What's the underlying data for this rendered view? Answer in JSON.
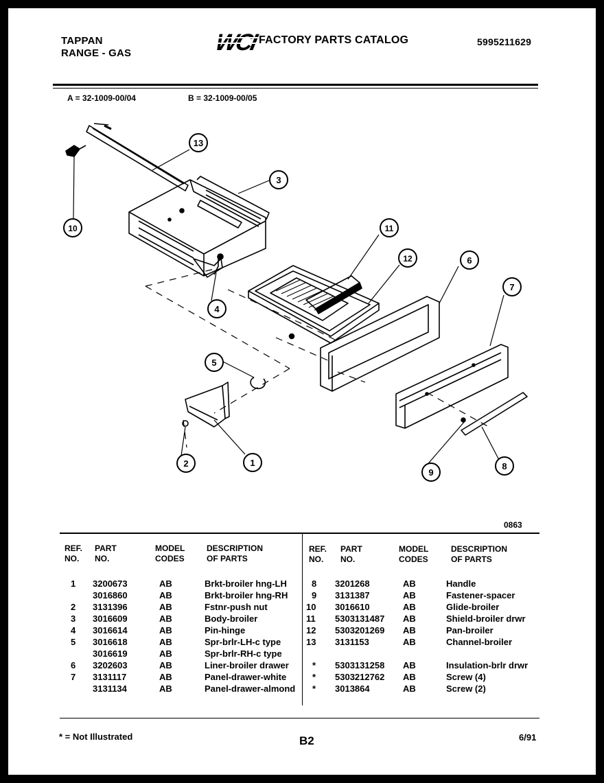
{
  "header": {
    "brand": "TAPPAN",
    "category": "RANGE - GAS",
    "logo_text": "WCI",
    "catalog_title": "FACTORY PARTS CATALOG",
    "catalog_number": "5995211629"
  },
  "models": {
    "a": "A = 32-1009-00/04",
    "b": "B = 32-1009-00/05"
  },
  "diagram": {
    "callouts": [
      "13",
      "3",
      "10",
      "11",
      "12",
      "6",
      "7",
      "4",
      "5",
      "1",
      "2",
      "9",
      "8"
    ],
    "figure_code": "0863"
  },
  "table": {
    "headers": {
      "ref_1": "REF.",
      "ref_2": "NO.",
      "part_1": "PART",
      "part_2": "NO.",
      "model_1": "MODEL",
      "model_2": "CODES",
      "desc_1": "DESCRIPTION",
      "desc_2": "OF PARTS"
    },
    "left_rows": [
      {
        "ref": "1",
        "part": "3200673",
        "code": "AB",
        "desc": "Brkt-broiler hng-LH"
      },
      {
        "ref": "",
        "part": "3016860",
        "code": "AB",
        "desc": "Brkt-broiler hng-RH"
      },
      {
        "ref": "2",
        "part": "3131396",
        "code": "AB",
        "desc": "Fstnr-push nut"
      },
      {
        "ref": "3",
        "part": "3016609",
        "code": "AB",
        "desc": "Body-broiler"
      },
      {
        "ref": "4",
        "part": "3016614",
        "code": "AB",
        "desc": "Pin-hinge"
      },
      {
        "ref": "5",
        "part": "3016618",
        "code": "AB",
        "desc": "Spr-brlr-LH-c type"
      },
      {
        "ref": "",
        "part": "3016619",
        "code": "AB",
        "desc": "Spr-brlr-RH-c type"
      },
      {
        "ref": "6",
        "part": "3202603",
        "code": "AB",
        "desc": "Liner-broiler drawer"
      },
      {
        "ref": "7",
        "part": "3131117",
        "code": "AB",
        "desc": "Panel-drawer-white"
      },
      {
        "ref": "",
        "part": "3131134",
        "code": "AB",
        "desc": "Panel-drawer-almond"
      }
    ],
    "right_rows": [
      {
        "ref": "8",
        "part": "3201268",
        "code": "AB",
        "desc": "Handle"
      },
      {
        "ref": "9",
        "part": "3131387",
        "code": "AB",
        "desc": "Fastener-spacer"
      },
      {
        "ref": "10",
        "part": "3016610",
        "code": "AB",
        "desc": "Glide-broiler"
      },
      {
        "ref": "11",
        "part": "5303131487",
        "code": "AB",
        "desc": "Shield-broiler drwr"
      },
      {
        "ref": "12",
        "part": "5303201269",
        "code": "AB",
        "desc": "Pan-broiler"
      },
      {
        "ref": "13",
        "part": "3131153",
        "code": "AB",
        "desc": "Channel-broiler"
      },
      {
        "ref": "*",
        "part": "5303131258",
        "code": "AB",
        "desc": "Insulation-brlr drwr"
      },
      {
        "ref": "*",
        "part": "5303212762",
        "code": "AB",
        "desc": "Screw (4)"
      },
      {
        "ref": "*",
        "part": "3013864",
        "code": "AB",
        "desc": "Screw (2)"
      }
    ]
  },
  "footer": {
    "note": "* = Not Illustrated",
    "page": "B2",
    "date": "6/91"
  }
}
